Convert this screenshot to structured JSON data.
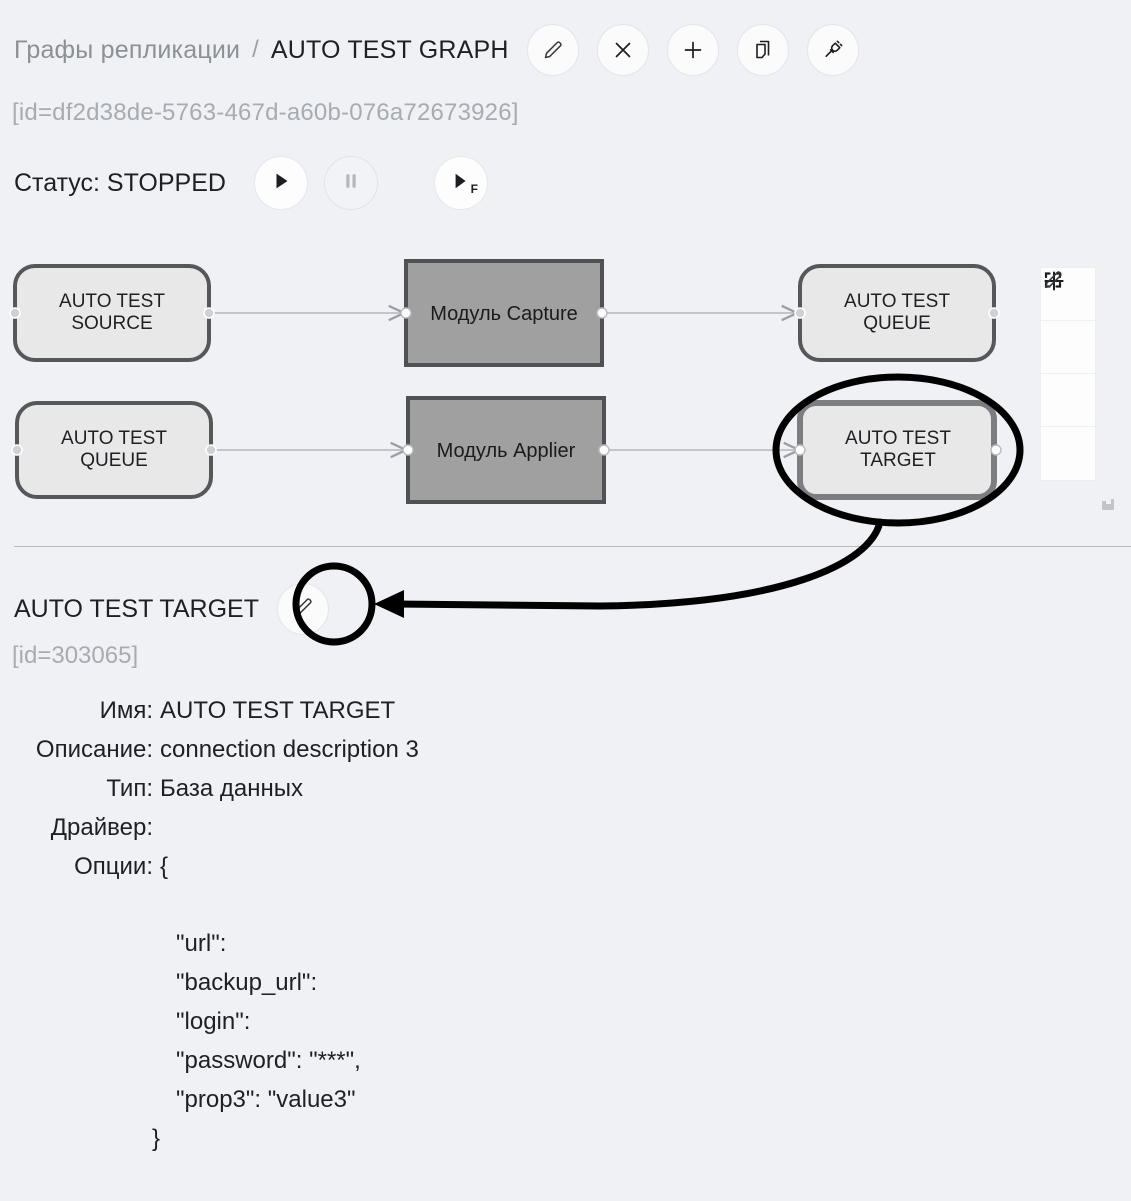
{
  "header": {
    "breadcrumb_root": "Графы репликации",
    "breadcrumb_separator": "/",
    "breadcrumb_current": "AUTO TEST GRAPH",
    "graph_id": "[id=df2d38de-5763-467d-a60b-076a72673926]",
    "actions": [
      {
        "name": "edit-graph-button",
        "icon": "pencil-icon",
        "label": "Редактировать"
      },
      {
        "name": "delete-graph-button",
        "icon": "close-icon",
        "label": "Удалить"
      },
      {
        "name": "add-graph-button",
        "icon": "plus-icon",
        "label": "Добавить"
      },
      {
        "name": "copy-graph-button",
        "icon": "copy-icon",
        "label": "Копировать"
      },
      {
        "name": "connection-graph-button",
        "icon": "plug-icon",
        "label": "Подключение"
      }
    ]
  },
  "status": {
    "label": "Статус: STOPPED",
    "state": "STOPPED",
    "play_label": "Запустить",
    "pause_label": "Пауза",
    "pause_disabled": true,
    "play_forced_label": "Запустить принудительно",
    "play_forced_badge": "F"
  },
  "graph": {
    "nodes": [
      {
        "id": "auto-test-source",
        "label": "AUTO TEST SOURCE",
        "kind": "connection",
        "row": 1,
        "col": 1
      },
      {
        "id": "module-capture",
        "label": "Модуль Capture",
        "kind": "module",
        "row": 1,
        "col": 2
      },
      {
        "id": "auto-test-queue-1",
        "label": "AUTO TEST QUEUE",
        "kind": "connection",
        "row": 1,
        "col": 3
      },
      {
        "id": "auto-test-queue-2",
        "label": "AUTO TEST QUEUE",
        "kind": "connection",
        "row": 2,
        "col": 1
      },
      {
        "id": "module-applier",
        "label": "Модуль Applier",
        "kind": "module",
        "row": 2,
        "col": 2
      },
      {
        "id": "auto-test-target",
        "label": "AUTO TEST TARGET",
        "kind": "connection",
        "row": 2,
        "col": 3,
        "highlighted": true
      }
    ],
    "edges": [
      {
        "from": "auto-test-source",
        "to": "module-capture"
      },
      {
        "from": "module-capture",
        "to": "auto-test-queue-1"
      },
      {
        "from": "auto-test-queue-2",
        "to": "module-applier"
      },
      {
        "from": "module-applier",
        "to": "auto-test-target"
      }
    ],
    "zoom_controls": [
      {
        "name": "zoom-in-button",
        "icon": "plus-icon"
      },
      {
        "name": "zoom-out-button",
        "icon": "minus-icon"
      },
      {
        "name": "fit-to-screen-button",
        "icon": "fullscreen-icon"
      },
      {
        "name": "edit-canvas-button",
        "icon": "pencil-icon"
      }
    ],
    "resize_handle_label": "Изменить размер"
  },
  "details": {
    "title": "AUTO TEST TARGET",
    "id": "[id=303065]",
    "edit_button_label": "Редактировать",
    "properties": [
      {
        "label": "Имя:",
        "value": "AUTO TEST TARGET"
      },
      {
        "label": "Описание:",
        "value": "connection description 3"
      },
      {
        "label": "Тип:",
        "value": "База данных"
      },
      {
        "label": "Драйвер:",
        "value": ""
      },
      {
        "label": "Опции:",
        "value": "{"
      }
    ],
    "options_lines": [
      "\"url\":",
      "\"backup_url\":",
      "\"login\":",
      "\"password\": \"***\",",
      "\"prop3\": \"value3\""
    ],
    "options_close": "}"
  },
  "colors": {
    "background": "#eff1f5",
    "text": "#1f2023",
    "muted": "#a7abb2",
    "node_fill": "#e8e8e8",
    "node_border": "#555759",
    "module_fill": "#a0a0a0",
    "module_border": "#4f5153",
    "edge": "#b9bcc2",
    "annotation": "#000000"
  }
}
